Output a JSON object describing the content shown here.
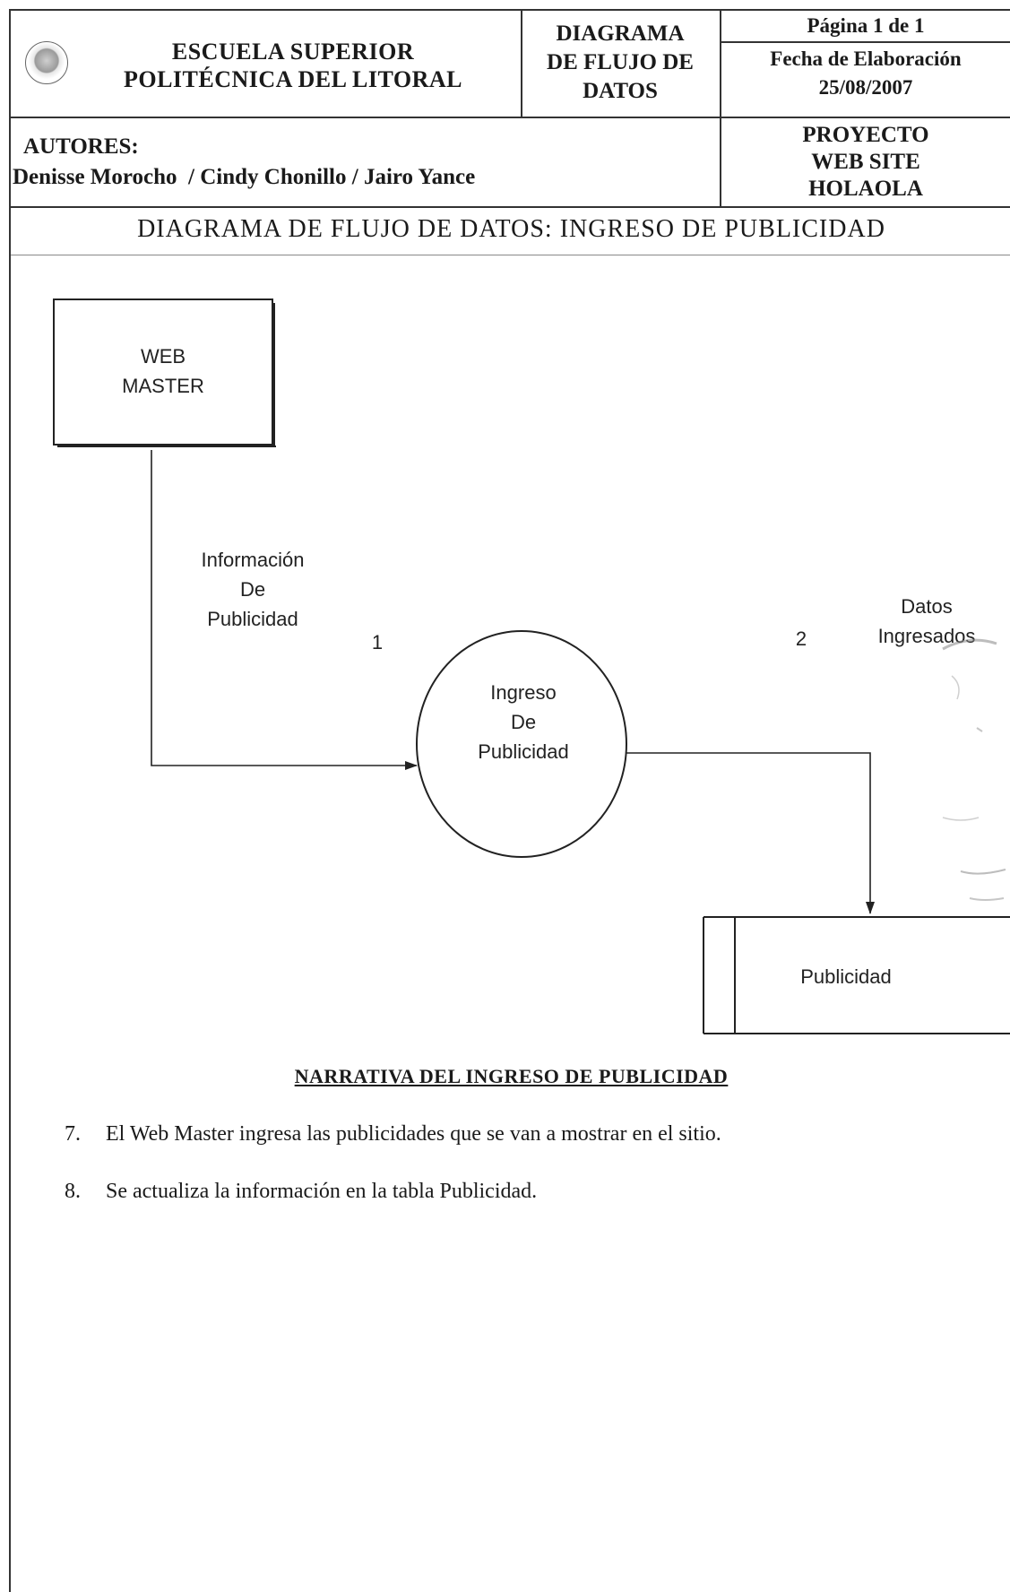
{
  "header": {
    "school_line1": "ESCUELA SUPERIOR",
    "school_line2": "POLITÉCNICA DEL LITORAL",
    "doc_type_line1": "DIAGRAMA",
    "doc_type_line2": "DE FLUJO DE",
    "doc_type_line3": "DATOS",
    "page": "Página 1 de 1",
    "date_label": "Fecha de Elaboración",
    "date_value": "25/08/2007",
    "authors_label": "AUTORES:",
    "authors_names": "Denisse Morocho  / Cindy Chonillo / Jairo Yance",
    "project_line1": "PROYECTO",
    "project_line2": "WEB SITE",
    "project_line3": "HOLAOLA",
    "section_title": "DIAGRAMA DE FLUJO DE DATOS: INGRESO DE PUBLICIDAD"
  },
  "diagram": {
    "entity_line1": "WEB",
    "entity_line2": "MASTER",
    "flow1_line1": "Información",
    "flow1_line2": "De",
    "flow1_line3": "Publicidad",
    "flow1_number": "1",
    "process_line1": "Ingreso",
    "process_line2": "De",
    "process_line3": "Publicidad",
    "flow2_number": "2",
    "flow2_line1": "Datos",
    "flow2_line2": "Ingresados",
    "datastore": "Publicidad"
  },
  "narrative": {
    "title": "NARRATIVA DEL INGRESO DE PUBLICIDAD",
    "items": [
      {
        "num": "7.",
        "text": "El Web Master ingresa las publicidades que se van a mostrar en el sitio."
      },
      {
        "num": "8.",
        "text": "Se actualiza la información en la tabla Publicidad."
      }
    ]
  }
}
